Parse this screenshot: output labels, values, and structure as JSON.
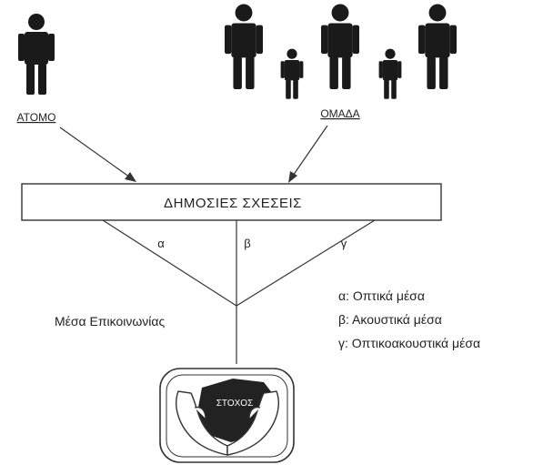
{
  "sources": {
    "individual_label": "ΑΤΟΜΟ",
    "group_label": "ΟΜΑΔΑ"
  },
  "box": {
    "title": "ΔΗΜΟΣΙΕΣ ΣΧΕΣΕΙΣ"
  },
  "branches": {
    "a": "α",
    "b": "β",
    "c": "γ"
  },
  "media_label": "Μέσα Επικοινωνίας",
  "legend": [
    "α: Οπτικά μέσα",
    "β: Ακουστικά μέσα",
    "γ: Οπτικοακουστικά μέσα"
  ],
  "target": {
    "label": "ΣΤΟΧΟΣ"
  }
}
